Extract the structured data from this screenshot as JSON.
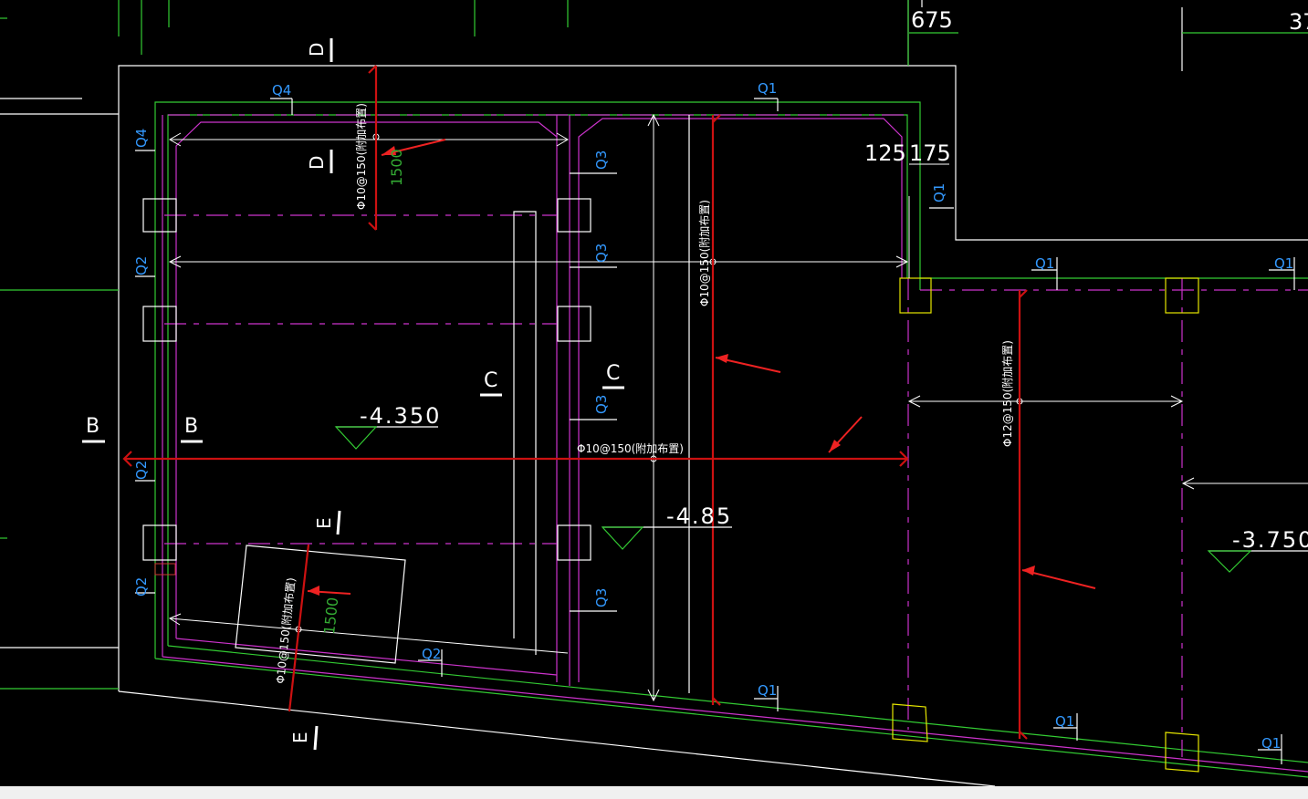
{
  "dims": {
    "d675": "675",
    "d37": "37",
    "d125": "125",
    "d175": "175"
  },
  "sections": {
    "d": "D",
    "c": "C",
    "b": "B",
    "e": "E"
  },
  "elevations": {
    "e1": "-4.350",
    "e2": "-4.85",
    "e3": "-3.750"
  },
  "walls": {
    "q1": "Q1",
    "q2": "Q2",
    "q3": "Q3",
    "q4": "Q4"
  },
  "rebar": {
    "r1": "Φ10@150(附加布置)",
    "r2": "Φ10@150(附加布置)",
    "r3": "Φ10@150(附加布置)",
    "r4": "Φ12@150(附加布置)",
    "r5": "Φ10@150(附加布置)"
  },
  "lengths": {
    "l1": "1500",
    "l2": "1500"
  },
  "colors": {
    "background": "#000000",
    "outline": "#ffffff",
    "wall": "#33cc33",
    "axis": "#cc33cc",
    "rebar": "#cc1111",
    "column": "#e6e600",
    "label": "#3399ff"
  }
}
